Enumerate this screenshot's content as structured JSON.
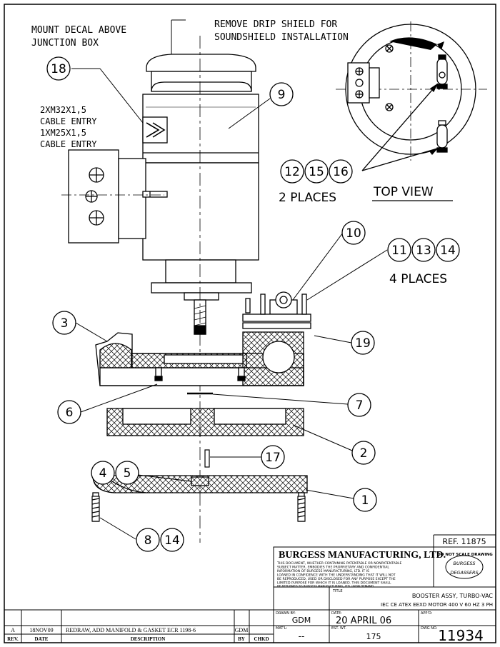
{
  "notes": {
    "decal_line1": "MOUNT DECAL ABOVE",
    "decal_line2": "JUNCTION BOX",
    "drip_line1": "REMOVE DRIP SHIELD FOR",
    "drip_line2": "SOUNDSHIELD INSTALLATION",
    "cable_line1": "2XM32X1,5",
    "cable_line2": "CABLE ENTRY",
    "cable_line3": "1XM25X1,5",
    "cable_line4": "CABLE ENTRY"
  },
  "top_view": {
    "label": "TOP VIEW",
    "places_2": "2 PLACES",
    "places_4": "4 PLACES"
  },
  "balloons": {
    "b1": "1",
    "b2": "2",
    "b3": "3",
    "b4": "4",
    "b5": "5",
    "b6": "6",
    "b7": "7",
    "b8": "8",
    "b9": "9",
    "b10": "10",
    "b11": "11",
    "b12": "12",
    "b13": "13",
    "b14": "14",
    "b15": "15",
    "b16": "16",
    "b17": "17",
    "b18": "18",
    "b19": "19",
    "b14b": "14"
  },
  "title_block": {
    "ref": "REF. 11875",
    "company": "BURGESS MANUFACTURING, LTD.",
    "no_scale": "DO NOT SCALE DRAWING",
    "logo_top": "BURGESS",
    "logo_bottom": "DEGASSERS",
    "legal1": "THIS DOCUMENT, WHETHER CONTAINING PATENTABLE OR NONPATENTABLE",
    "legal2": "SUBJECT MATTER, EMBODIES THE PROPRIETARY AND CONFIDENTIAL",
    "legal3": "INFORMATION OF BURGESS MANUFACTURING, LTD. IT IS",
    "legal4": "LOANED IN CONFIDENCE WITH THE UNDERSTANDING THAT IT WILL NOT",
    "legal5": "BE REPRODUCED, USED OR DISCLOSED FOR ANY PURPOSE EXCEPT THE",
    "legal6": "LIMITED PURPOSE FOR WHICH IT IS LOANED. THIS DOCUMENT SHALL",
    "legal7": "BE RETURNED TO BURGESS MANUFACTURING, LTD. UPON DEMAND.",
    "title_label": "TITLE",
    "title1": "BOOSTER ASSY, TURBO-VAC",
    "title2": "IEC CE ATEX EEXD MOTOR 400 V 60 HZ 3 PH",
    "drawn_by_label": "DRAWN BY:",
    "drawn_by": "GDM",
    "date_label": "DATE:",
    "date": "20 APRIL 06",
    "app_label": "APP'D:",
    "matl_label": "MAT'L:",
    "matl": "--",
    "est_wt_label": "EST. WT.",
    "est_wt": "175",
    "dwg_no_label": "DWG NO.",
    "dwg_no": "11934"
  },
  "revisions": {
    "headers": [
      "REV.",
      "DATE",
      "DESCRIPTION",
      "BY",
      "CHKD"
    ],
    "rows": [
      {
        "rev": "A",
        "date": "18NOV09",
        "description": "REDRAW, ADD MANIFOLD & GASKET   ECR 1198-6",
        "by": "GDM",
        "chkd": ""
      }
    ]
  }
}
